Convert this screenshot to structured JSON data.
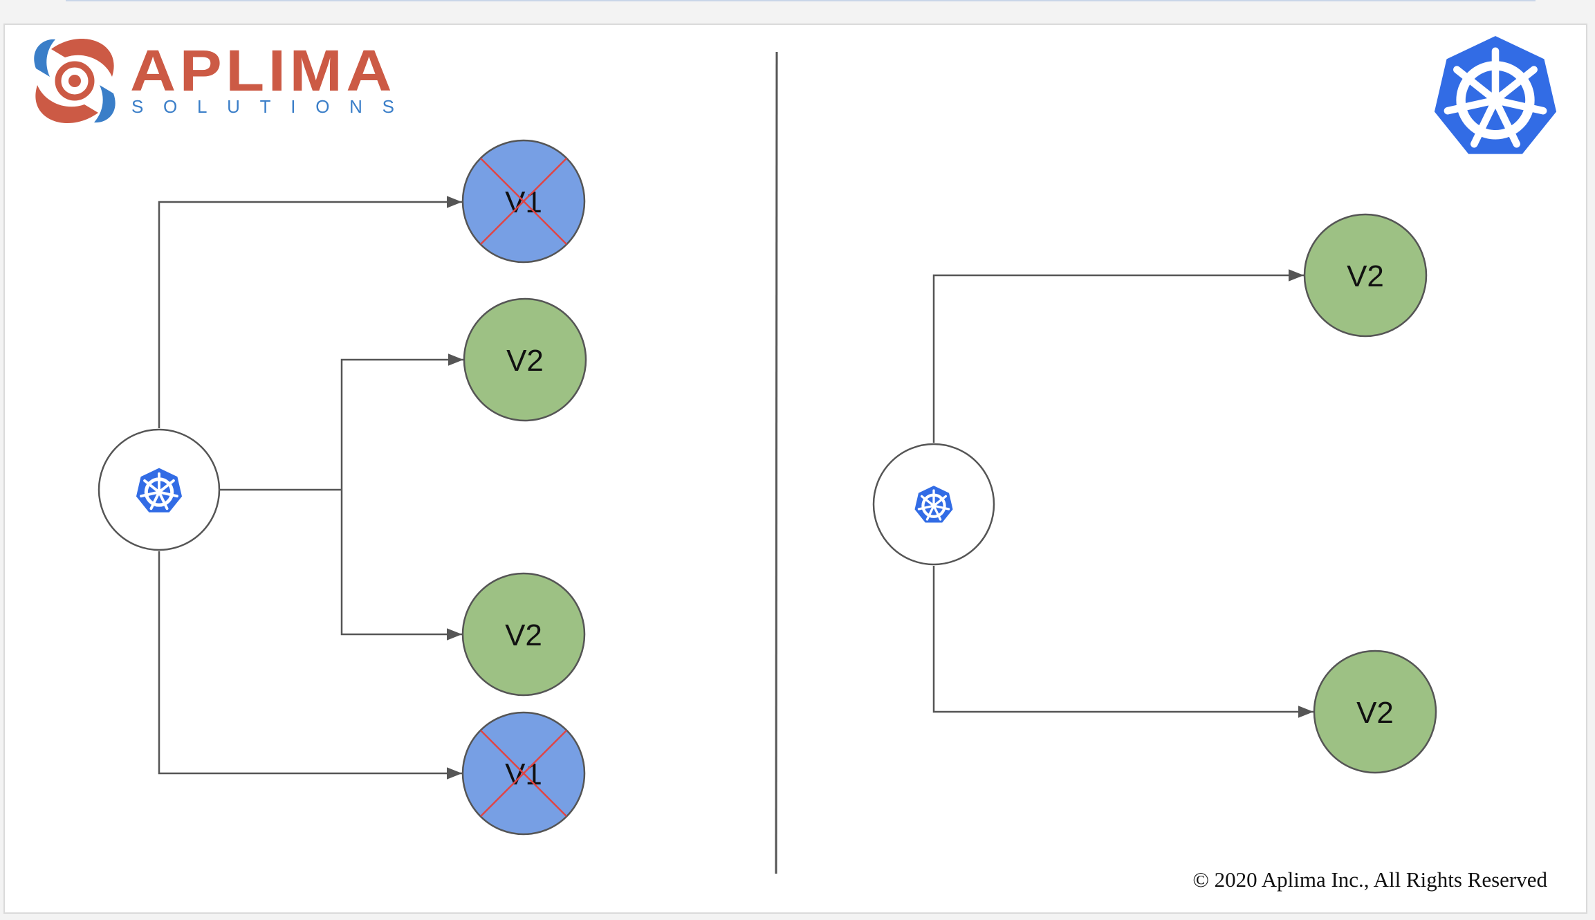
{
  "brand": {
    "name": "APLIMA",
    "tagline": "SOLUTIONS",
    "logo_icon": "aplima-swirl-logo",
    "name_color": "#cc5a45",
    "tagline_color": "#3a7ec8"
  },
  "kubernetes_logo": {
    "icon": "kubernetes-helm-wheel-icon",
    "color": "#326ce5"
  },
  "left_diagram": {
    "source_icon": "kubernetes-helm-wheel-icon",
    "pods": [
      {
        "label": "V1",
        "state": "terminated",
        "color": "#779fe4"
      },
      {
        "label": "V2",
        "state": "running",
        "color": "#9dc184"
      },
      {
        "label": "V2",
        "state": "running",
        "color": "#9dc184"
      },
      {
        "label": "V1",
        "state": "terminated",
        "color": "#779fe4"
      }
    ]
  },
  "right_diagram": {
    "source_icon": "kubernetes-helm-wheel-icon",
    "pods": [
      {
        "label": "V2",
        "state": "running",
        "color": "#9dc184"
      },
      {
        "label": "V2",
        "state": "running",
        "color": "#9dc184"
      }
    ]
  },
  "colors": {
    "v1_fill": "#779fe4",
    "v2_fill": "#9dc184",
    "cross": "#e04545",
    "line": "#555555",
    "k8s_blue": "#326ce5"
  },
  "footer": {
    "copyright": "© 2020 Aplima Inc., All Rights Reserved"
  }
}
